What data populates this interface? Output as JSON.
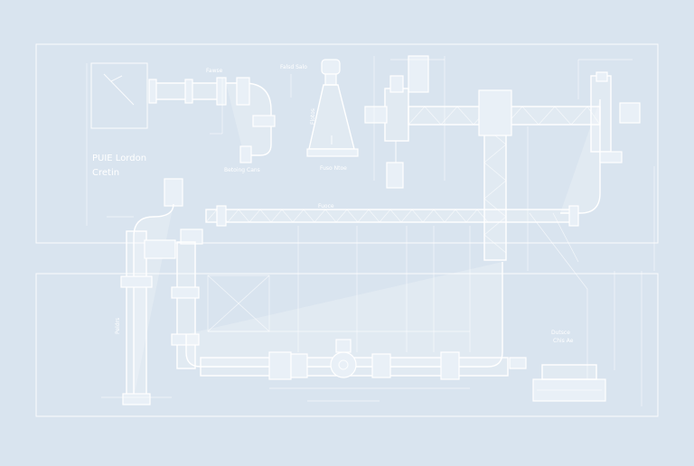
{
  "title_block": {
    "line1": "PUIE Lordon",
    "line2": "Cretin"
  },
  "labels": {
    "top_small_1": "Fawse",
    "top_small_2": "Falsd Salo",
    "bend_caption": "Betoing Cans",
    "funnel_side": "Flotos",
    "funnel_bottom": "Fuso Ntoe",
    "main_pipe": "Fuoce",
    "left_riser": "Peldrs",
    "right_note_1": "Dutsce",
    "right_note_2": "Chis Ae"
  },
  "colors": {
    "background": "#d9e4ef",
    "line": "#ffffff"
  }
}
